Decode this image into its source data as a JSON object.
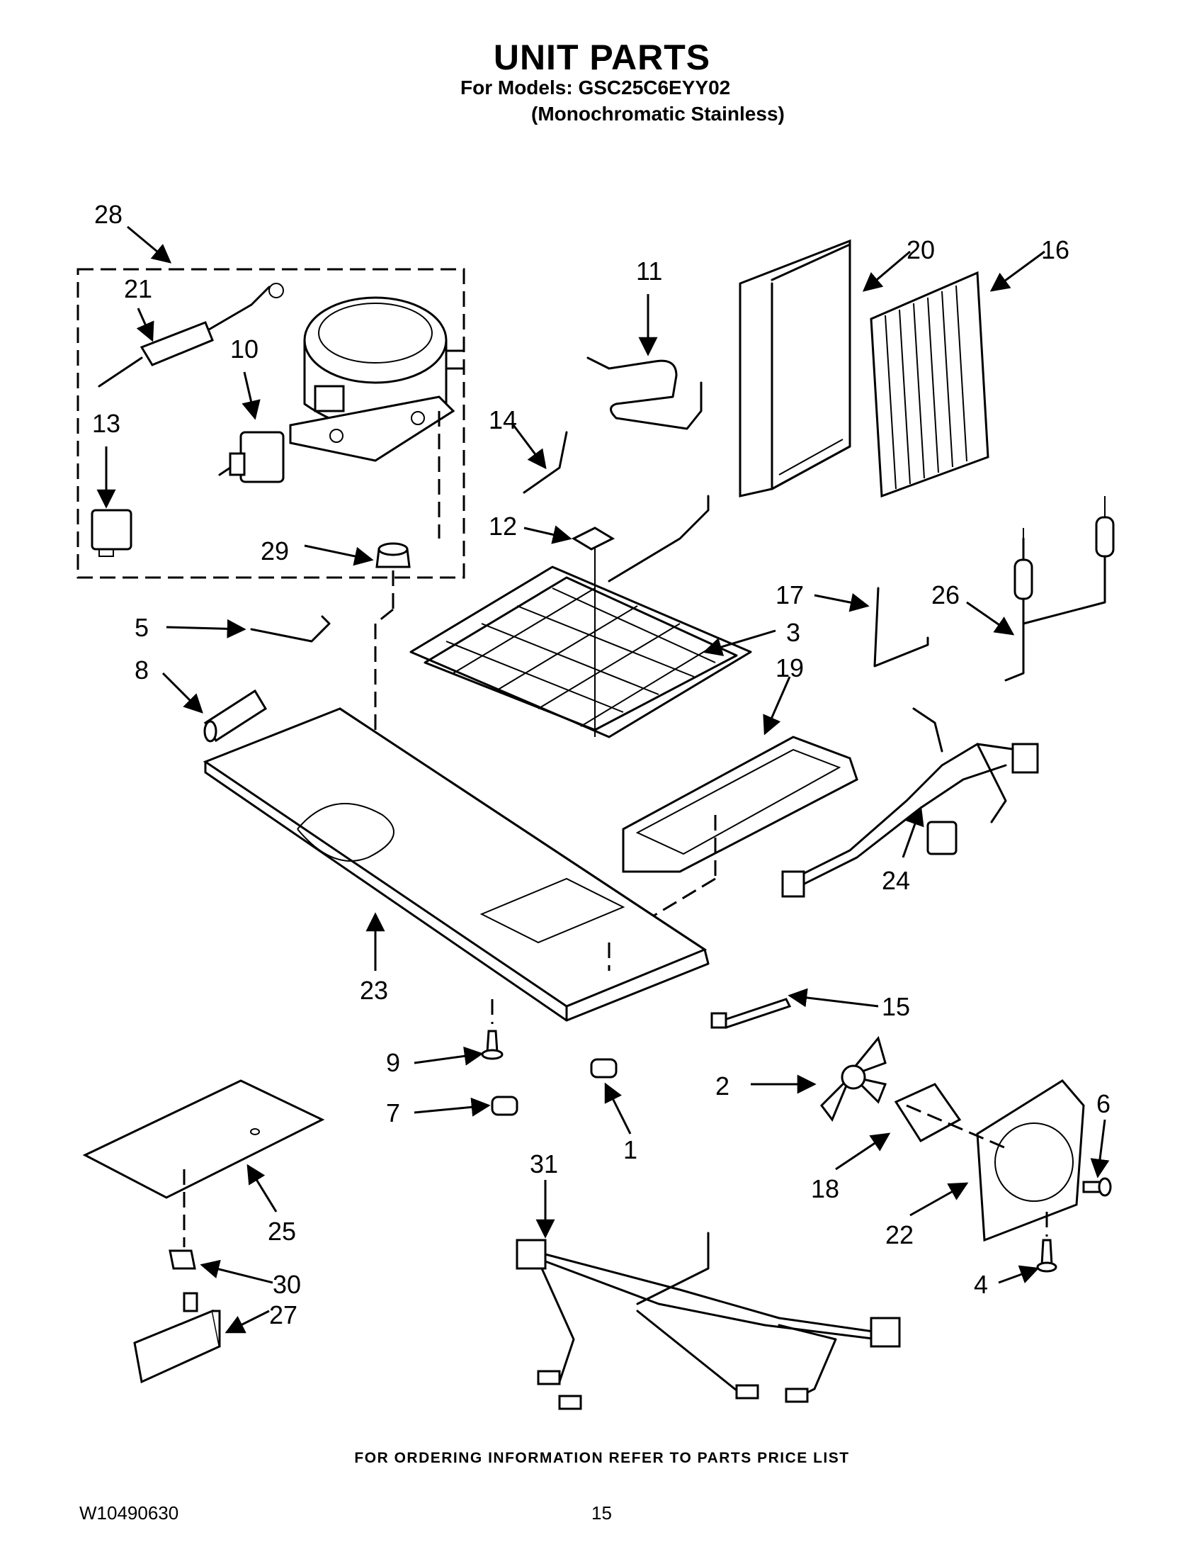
{
  "header": {
    "title": "UNIT PARTS",
    "models_line": "For Models: GSC25C6EYY02",
    "variant_line": "(Monochromatic Stainless)"
  },
  "callouts": [
    "28",
    "21",
    "10",
    "13",
    "29",
    "5",
    "8",
    "11",
    "14",
    "12",
    "20",
    "16",
    "3",
    "17",
    "26",
    "19",
    "24",
    "23",
    "15",
    "9",
    "7",
    "1",
    "2",
    "6",
    "18",
    "22",
    "4",
    "31",
    "25",
    "30",
    "27"
  ],
  "footer": {
    "note": "FOR ORDERING INFORMATION REFER TO PARTS PRICE LIST",
    "doc_number": "W10490630",
    "page_number": "15"
  }
}
